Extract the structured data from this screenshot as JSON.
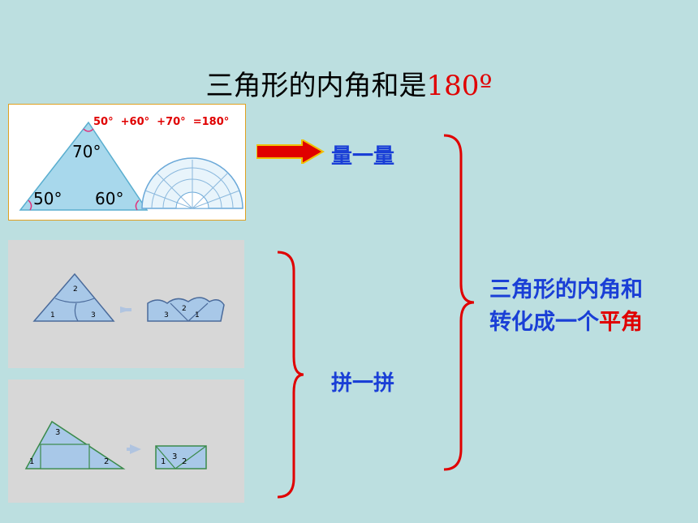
{
  "slide": {
    "title_text": "三角形的内角和是",
    "title_value": "180º"
  },
  "measure_panel": {
    "equation": "50°  +60°  +70°  =180°",
    "angle_top": "70°",
    "angle_left": "50°",
    "angle_right": "60°"
  },
  "methods": {
    "measure_label": "量一量",
    "piece_label": "拼一拼"
  },
  "piece_panels": {
    "top": {
      "labels": [
        "2",
        "1",
        "3",
        "3",
        "2",
        "1"
      ]
    },
    "bottom": {
      "labels": [
        "3",
        "1",
        "2",
        "1",
        "3",
        "2"
      ]
    }
  },
  "summary": {
    "line1": "三角形的内角和",
    "line2_prefix": "转化成一个",
    "line2_highlight": "平角"
  },
  "colors": {
    "background": "#bcdfe0",
    "accent_red": "#e00000",
    "accent_blue": "#1a3fd6",
    "triangle_fill": "#9fd3e8"
  }
}
